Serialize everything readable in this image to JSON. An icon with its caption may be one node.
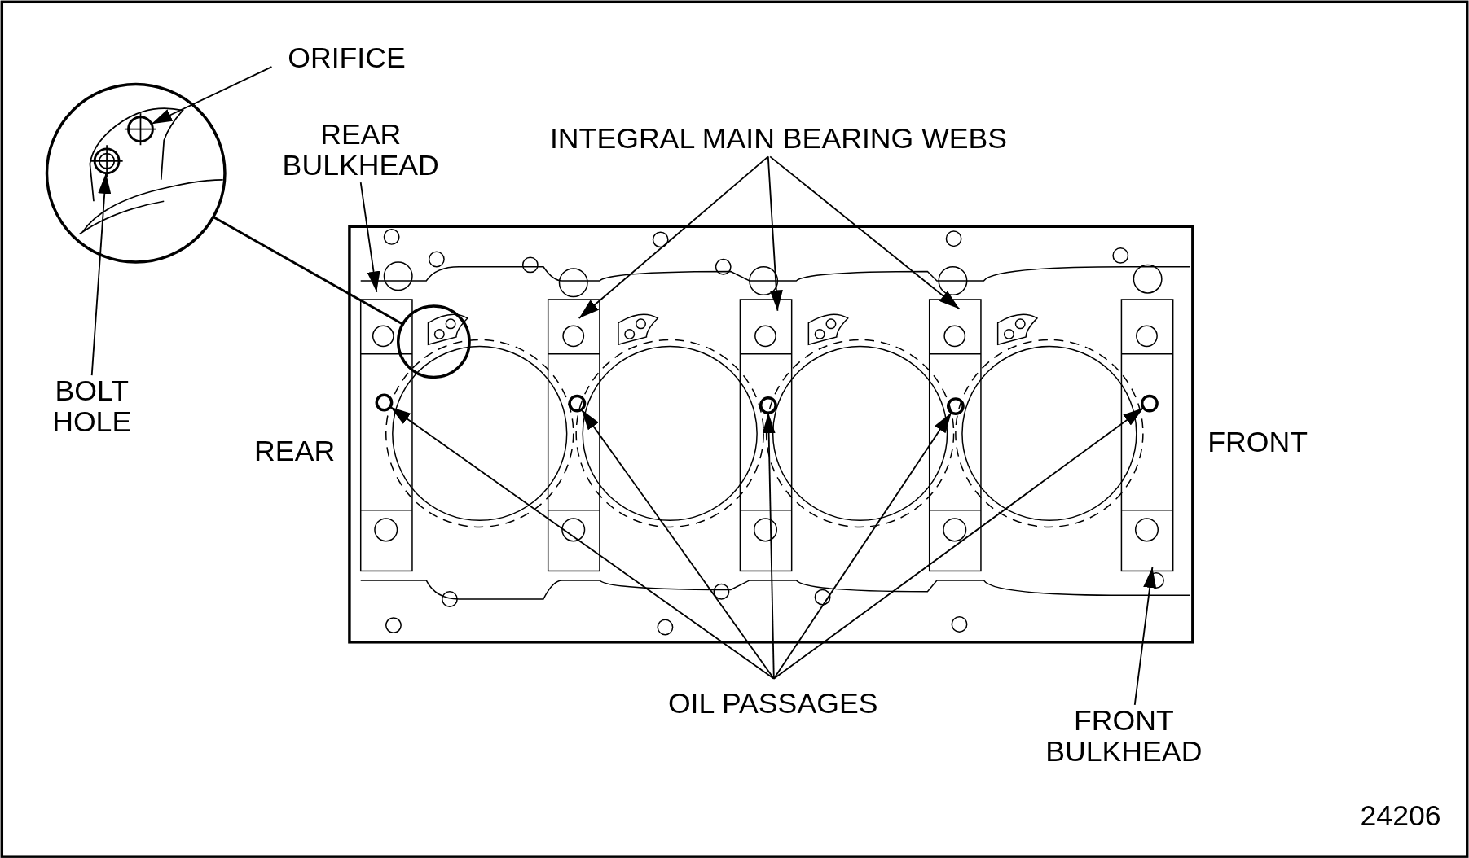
{
  "diagram": {
    "nodes": [
      {
        "text": [
          "ORIFICE"
        ]
      },
      {
        "text": [],
        "shape": "circle"
      },
      {
        "text": [],
        "shape": "circle",
        "in": 1
      },
      {
        "text": [],
        "shape": "circle",
        "in": 1
      },
      {
        "text": [
          "REAR BULKHEAD"
        ]
      },
      {
        "text": [
          "INTEGRAL MAIN BEARING WEBS"
        ]
      },
      {
        "text": [],
        "shape": "circle"
      },
      {
        "text": [
          "BOLT HOLE"
        ]
      },
      {
        "text": [],
        "shape": "circle"
      },
      {
        "text": [],
        "shape": "circle"
      },
      {
        "text": [],
        "shape": "circle"
      },
      {
        "text": [],
        "shape": "circle"
      },
      {
        "text": [],
        "shape": "circle"
      },
      {
        "text": [
          "OIL PASSAGES"
        ]
      },
      {
        "text": [
          "FRONT BULKHEAD"
        ]
      }
    ],
    "edges": [
      {
        "from": 0,
        "to": 2,
        "arrow": "to"
      },
      {
        "from": 7,
        "to": 3,
        "arrow": "to"
      },
      {
        "from": 1,
        "to": 6,
        "arrow": "none"
      },
      {
        "from": 4,
        "to": null,
        "arrow": "to"
      },
      {
        "from": 5,
        "to": null,
        "arrow": "to"
      },
      {
        "from": 5,
        "to": null,
        "arrow": "to"
      },
      {
        "from": 5,
        "to": null,
        "arrow": "to"
      },
      {
        "from": 13,
        "to": 8,
        "arrow": "to"
      },
      {
        "from": 13,
        "to": 9,
        "arrow": "to"
      },
      {
        "from": 13,
        "to": 10,
        "arrow": "to"
      },
      {
        "from": 13,
        "to": 11,
        "arrow": "to"
      },
      {
        "from": 13,
        "to": 12,
        "arrow": "to"
      },
      {
        "from": 14,
        "to": null,
        "arrow": "to"
      }
    ],
    "labels": [
      "REAR",
      "FRONT",
      "24206"
    ]
  }
}
